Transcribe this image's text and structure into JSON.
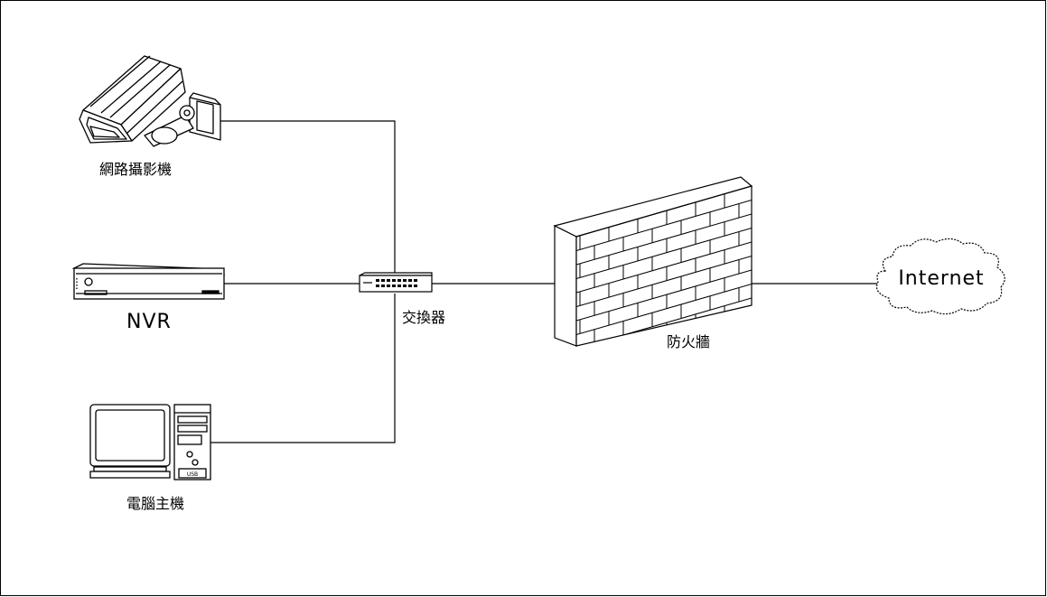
{
  "diagram": {
    "nodes": {
      "camera": {
        "label": "網路攝影機",
        "icon": "ip-camera-icon"
      },
      "nvr": {
        "label": "NVR",
        "icon": "nvr-recorder-icon"
      },
      "pc": {
        "label": "電腦主機",
        "icon": "desktop-computer-icon",
        "usb_text": "USB"
      },
      "switch": {
        "label": "交換器",
        "icon": "network-switch-icon"
      },
      "firewall": {
        "label": "防火牆",
        "icon": "firewall-brick-wall-icon"
      },
      "internet": {
        "label": "Internet",
        "icon": "cloud-icon"
      }
    },
    "edges": [
      {
        "from": "camera",
        "to": "switch"
      },
      {
        "from": "nvr",
        "to": "switch"
      },
      {
        "from": "pc",
        "to": "switch"
      },
      {
        "from": "switch",
        "to": "firewall"
      },
      {
        "from": "firewall",
        "to": "internet"
      }
    ],
    "colors": {
      "line": "#000000",
      "background": "#ffffff"
    }
  }
}
